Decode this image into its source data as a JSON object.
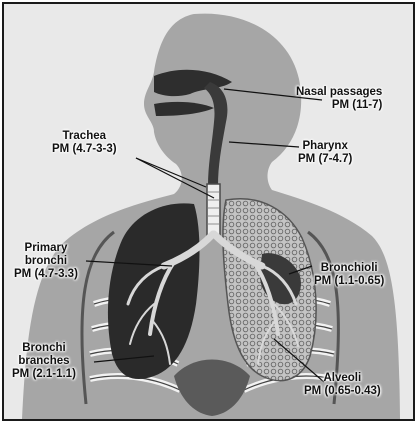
{
  "labels": {
    "nasal_passages": {
      "name": "Nasal passages",
      "pm": "PM (11-7)"
    },
    "trachea": {
      "name": "Trachea",
      "pm": "PM (4.7-3-3)"
    },
    "pharynx": {
      "name": "Pharynx",
      "pm": "PM (7-4.7)"
    },
    "primary_bronchi": {
      "name_line1": "Primary",
      "name_line2": "bronchi",
      "pm": "PM (4.7-3.3)"
    },
    "bronchioli": {
      "name": "Bronchioli",
      "pm": "PM (1.1-0.65)"
    },
    "bronchi_branches": {
      "name_line1": "Bronchi",
      "name_line2": "branches",
      "pm": "PM (2.1-1.1)"
    },
    "alveoli": {
      "name": "Alveoli",
      "pm": "PM (0.65-0.43)"
    }
  },
  "colors": {
    "background": "#e9e9e9",
    "silhouette": "#a6a6a6",
    "lung_dark": "#2a2a2a",
    "lung_light": "#bdbdbd",
    "airway": "#4a4a4a",
    "text": "#111111"
  }
}
